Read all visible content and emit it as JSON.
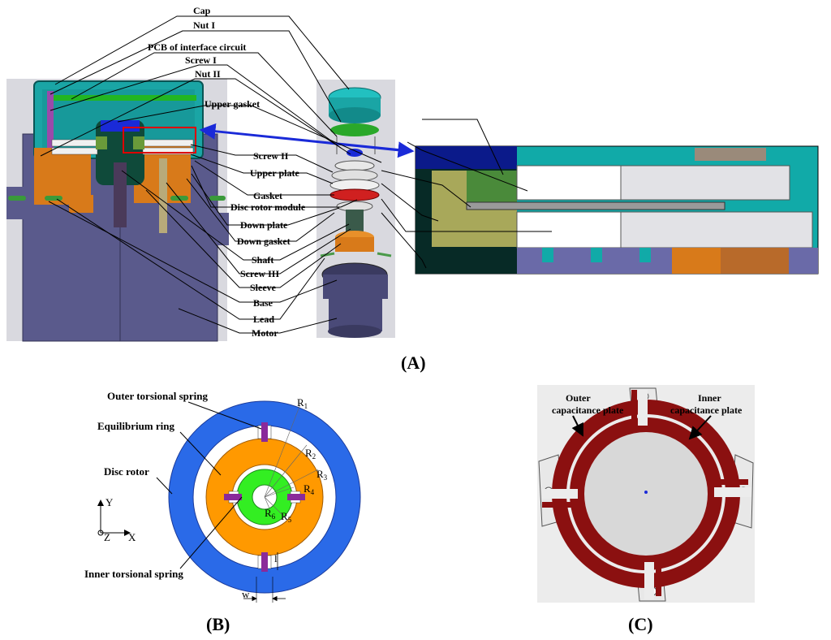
{
  "panels": {
    "a": "(A)",
    "b": "(B)",
    "c": "(C)"
  },
  "assembly_labels": [
    "Cap",
    "Nut I",
    "PCB of interface circuit",
    "Screw I",
    "Nut II",
    "Upper gasket",
    "Screw II",
    "Upper plate",
    "Gasket",
    "Disc rotor module",
    "Down plate",
    "Down gasket",
    "Shaft",
    "Screw III",
    "Sleeve",
    "Base",
    "Lead",
    "Motor"
  ],
  "rotor_labels": {
    "outer_spring": "Outer torsional spring",
    "equilibrium_ring": "Equilibrium ring",
    "disc_rotor": "Disc rotor",
    "inner_spring": "Inner torsional spring",
    "r1": "R",
    "r1_sub": "1",
    "r2": "R",
    "r2_sub": "2",
    "r3": "R",
    "r3_sub": "3",
    "r4": "R",
    "r4_sub": "4",
    "r5": "R",
    "r5_sub": "5",
    "r6": "R",
    "r6_sub": "6",
    "l": "l",
    "w": "w",
    "axis_y": "Y",
    "axis_x": "X",
    "axis_z": "Z"
  },
  "plate_labels": {
    "outer_line1": "Outer",
    "outer_line2": "capacitance plate",
    "inner_line1": "Inner",
    "inner_line2": "capacitance plate"
  },
  "colors": {
    "housing": "#5a5a8c",
    "cap": "#1aa5a5",
    "disc_rotor": "#2a6ae8",
    "equilibrium_ring": "#ff9900",
    "inner_disc": "#33ee22",
    "spring": "#8a2a9a",
    "plate_red": "#8b1010",
    "highlight_box": "#dd0000",
    "arrow": "#1a2ad8"
  }
}
